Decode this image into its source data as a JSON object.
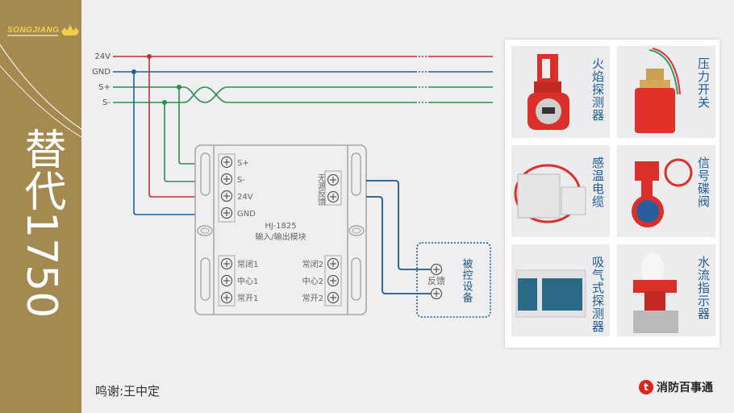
{
  "sidebar": {
    "brand": "SONGJIANG",
    "title": "替代1750",
    "accent_color": "#a48a50"
  },
  "bus": {
    "lines": [
      {
        "label": "24V",
        "color": "#c0312f"
      },
      {
        "label": "GND",
        "color": "#1f5fa8"
      },
      {
        "label": "S+",
        "color": "#2e8b4e"
      },
      {
        "label": "S-",
        "color": "#2e8b4e"
      }
    ]
  },
  "module": {
    "model": "HJ-1825",
    "name": "输入/输出模块",
    "left_terminals": [
      "S+",
      "S-",
      "24V",
      "GND"
    ],
    "right_terminals_label": "无源反馈",
    "bottom_left_terminals": [
      "常闭1",
      "中心1",
      "常开1"
    ],
    "bottom_right_terminals": [
      "常闭2",
      "中心2",
      "常开2"
    ]
  },
  "controlled_device": {
    "title": "被控设备",
    "terminal_label": "反馈"
  },
  "products": [
    {
      "name": "火焰探测器",
      "icon": "flame-detector-image"
    },
    {
      "name": "压力开关",
      "icon": "pressure-switch-image"
    },
    {
      "name": "感温电缆",
      "icon": "heat-cable-image"
    },
    {
      "name": "信号碟阀",
      "icon": "butterfly-valve-image"
    },
    {
      "name": "吸气式探测器",
      "icon": "aspirating-detector-image"
    },
    {
      "name": "水流指示器",
      "icon": "water-flow-indicator-image"
    }
  ],
  "footer": {
    "credit": "鸣谢:王中定",
    "brand": "消防百事通",
    "brand_icon": "fire-brand-icon"
  }
}
